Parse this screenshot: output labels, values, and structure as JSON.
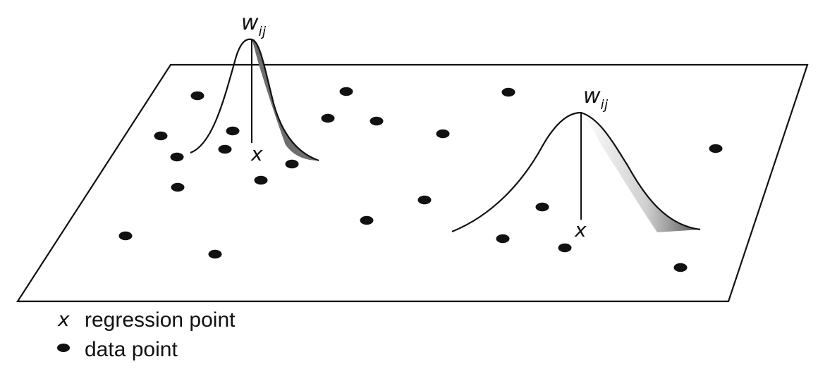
{
  "colors": {
    "ink": "#111111",
    "shade_dark": "#6a6a6a",
    "shade_light": "#c8c8c8",
    "background": "#ffffff"
  },
  "kernels": [
    {
      "weight_symbol": "w",
      "weight_subscript": "ij",
      "regression_symbol": "x"
    },
    {
      "weight_symbol": "w",
      "weight_subscript": "ij",
      "regression_symbol": "x"
    }
  ],
  "legend": {
    "regression": {
      "symbol": "x",
      "label": "regression point"
    },
    "data": {
      "symbol": "data-point-dot",
      "label": "data point"
    }
  }
}
